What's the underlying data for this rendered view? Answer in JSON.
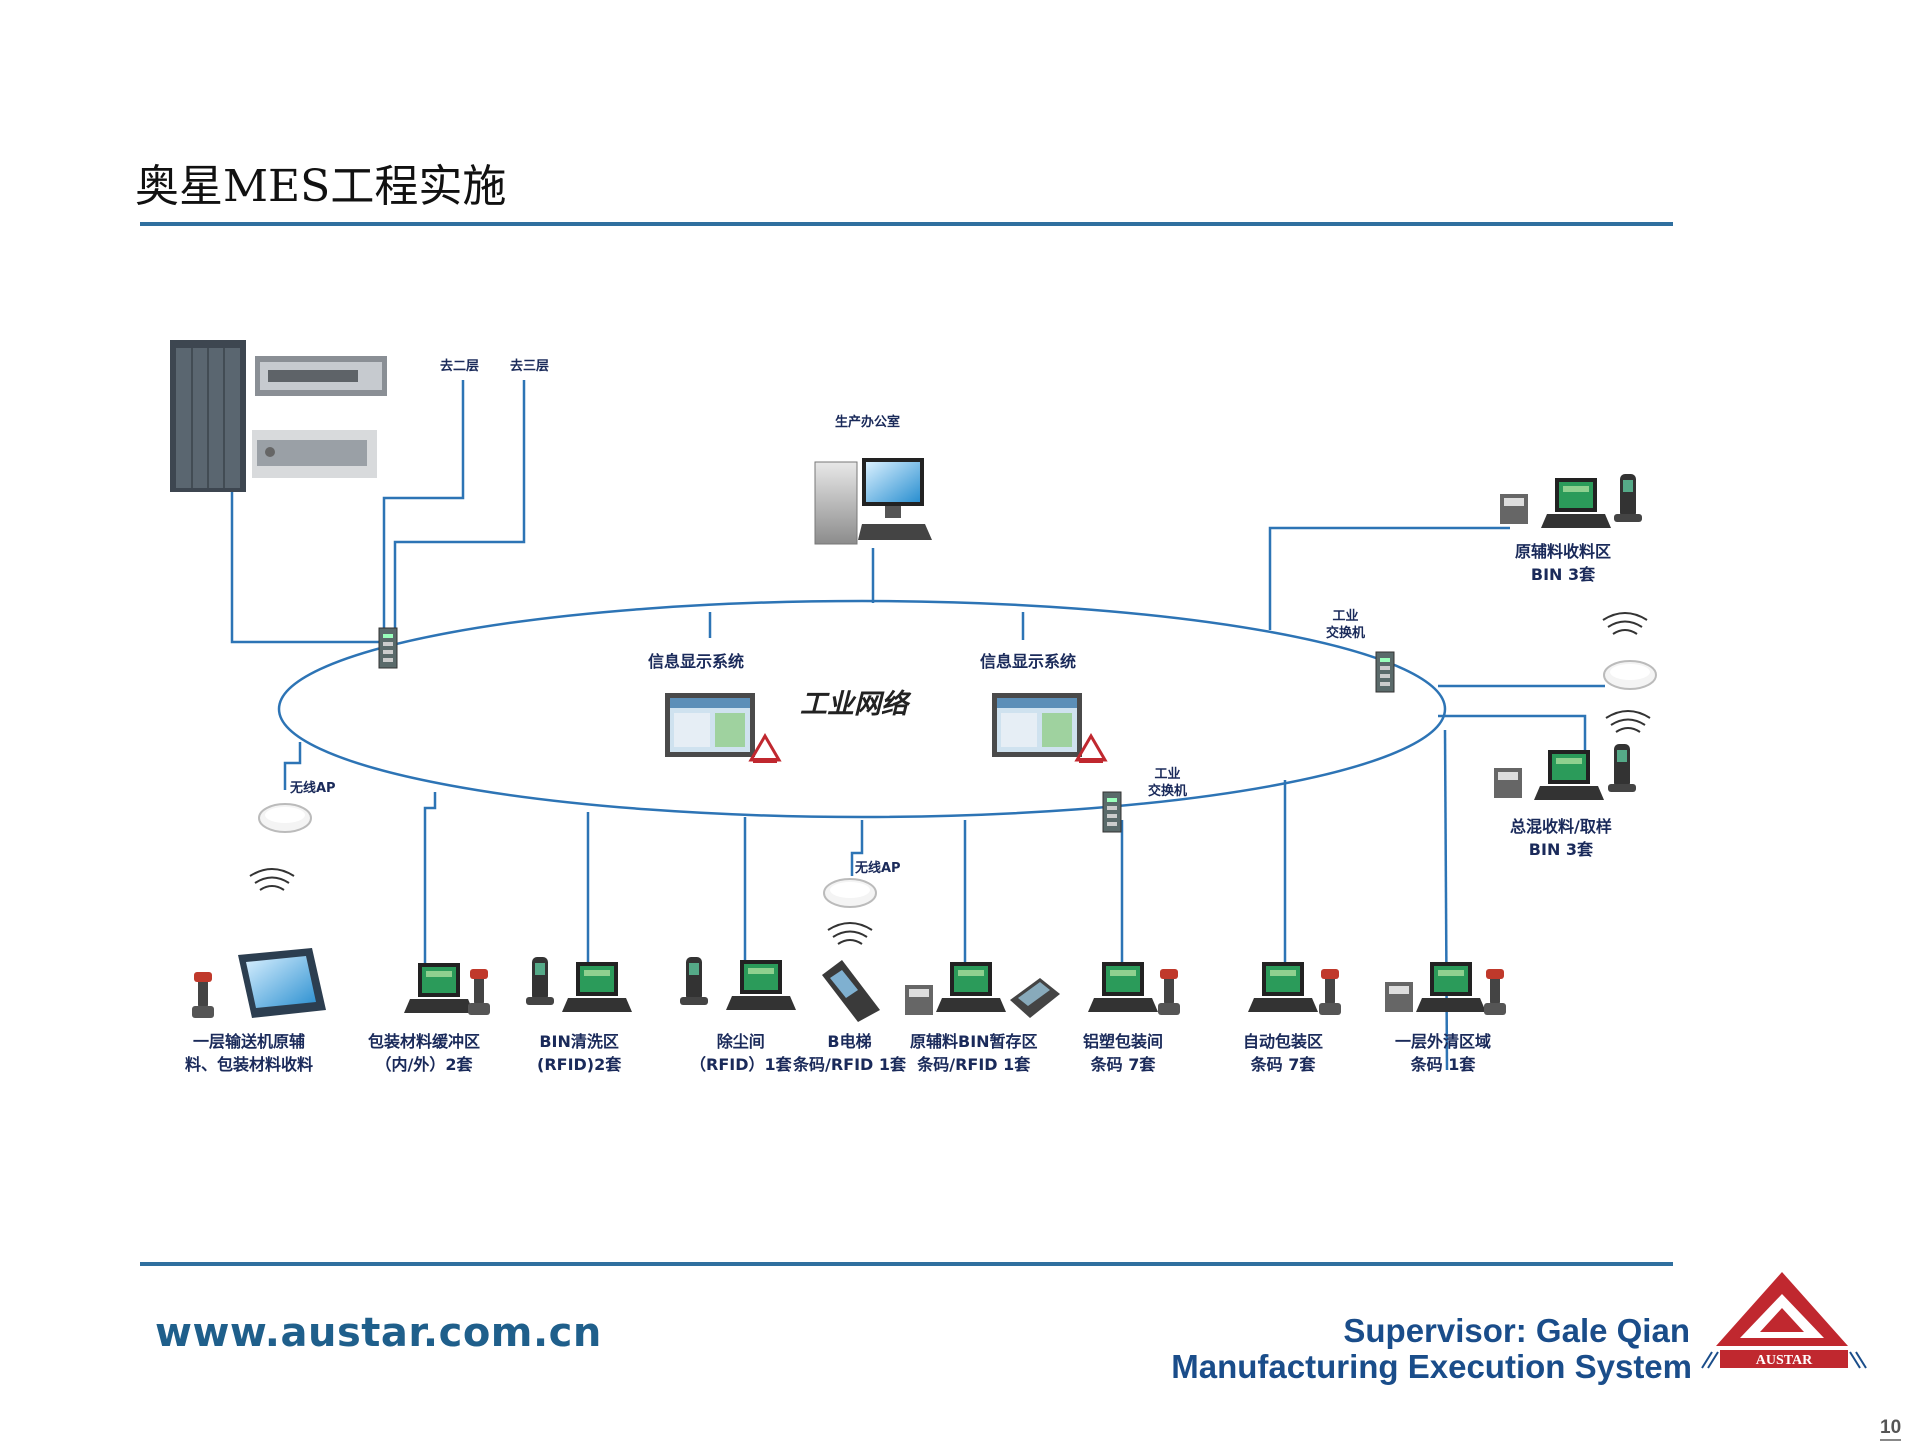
{
  "header": {
    "title": "奥星MES工程实施"
  },
  "diagram": {
    "network_label": "工业网络",
    "upstream": {
      "floor2": "去二层",
      "floor3": "去三层"
    },
    "office_label": "生产办公室",
    "info_display_1": "信息显示系统",
    "info_display_2": "信息显示系统",
    "switch_right_label": [
      "工业",
      "交换机"
    ],
    "switch_bottom_label": [
      "工业",
      "交换机"
    ],
    "ap_left_label": "无线AP",
    "ap_bottom_label": "无线AP",
    "stations": [
      {
        "id": "raw-material-receiving",
        "lines": [
          "原辅料收料区",
          "BIN 3套"
        ]
      },
      {
        "id": "blend-receiving",
        "lines": [
          "总混收料/取样",
          "BIN 3套"
        ]
      },
      {
        "id": "conveyor",
        "lines": [
          "一层输送机原辅",
          "料、包装材料收料"
        ]
      },
      {
        "id": "packaging-buffer",
        "lines": [
          "包装材料缓冲区",
          "（内/外）2套"
        ]
      },
      {
        "id": "bin-washing",
        "lines": [
          "BIN清洗区",
          "(RFID)2套"
        ]
      },
      {
        "id": "dust-removal",
        "lines": [
          "除尘间",
          "（RFID）1套"
        ]
      },
      {
        "id": "b-elevator",
        "lines": [
          "B电梯",
          "条码/RFID 1套"
        ]
      },
      {
        "id": "bin-temp-storage",
        "lines": [
          "原辅料BIN暂存区",
          "条码/RFID 1套"
        ]
      },
      {
        "id": "alu-plastic-packing",
        "lines": [
          "铝塑包装间",
          "条码 7套"
        ]
      },
      {
        "id": "auto-packing",
        "lines": [
          "自动包装区",
          "条码 7套"
        ]
      },
      {
        "id": "outer-cleaning",
        "lines": [
          "一层外清区域",
          "条码 1套"
        ]
      }
    ]
  },
  "footer": {
    "url": "www.austar.com.cn",
    "supervisor": "Supervisor: Gale Qian",
    "system": "Manufacturing Execution System",
    "brand": "AUSTAR",
    "page": "10"
  }
}
